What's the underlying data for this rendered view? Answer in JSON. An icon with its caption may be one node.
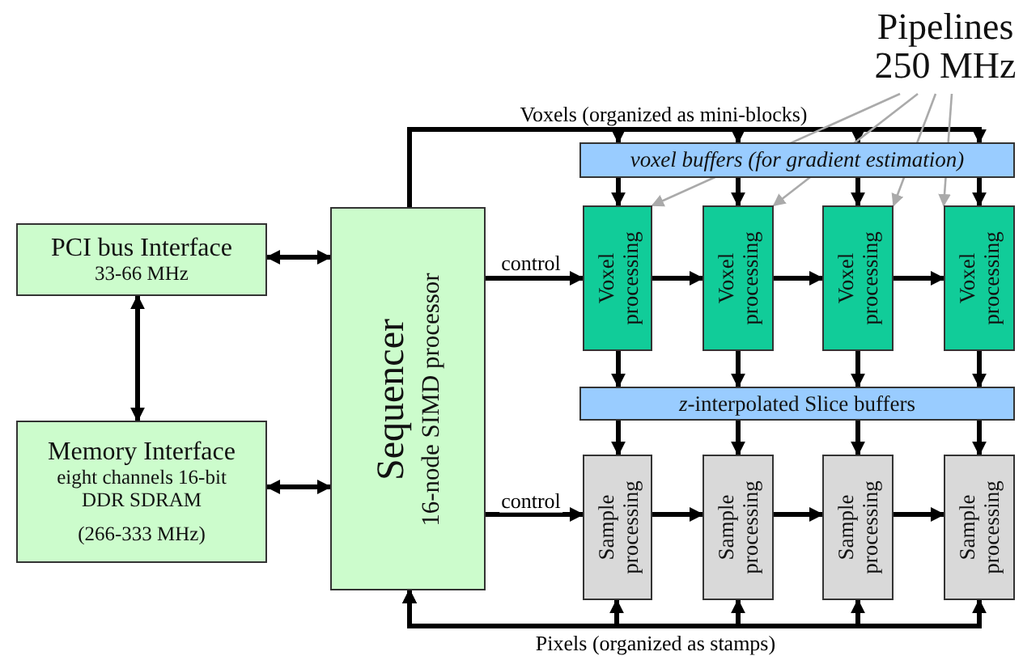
{
  "diagram": {
    "nodes": [
      {
        "text": [
          "PCI bus Interface",
          "33-66 MHz"
        ]
      },
      {
        "text": [
          "Memory Interface",
          "eight channels 16-bit DDR SDRAM",
          "(266-333 MHz)"
        ]
      },
      {
        "text": [
          "Sequencer",
          "16-node SIMD processor"
        ]
      },
      {
        "text": [
          "voxel buffers (for gradient estimation)"
        ]
      },
      {
        "text": [
          "Voxel processing"
        ]
      },
      {
        "text": [
          "Voxel processing"
        ]
      },
      {
        "text": [
          "Voxel processing"
        ]
      },
      {
        "text": [
          "Voxel processing"
        ]
      },
      {
        "text": [
          "*z*-interpolated Slice buffers"
        ]
      },
      {
        "text": [
          "Sample processing"
        ]
      },
      {
        "text": [
          "Sample processing"
        ]
      },
      {
        "text": [
          "Sample processing"
        ]
      },
      {
        "text": [
          "Sample processing"
        ]
      },
      {
        "text": [
          "Pipelines 250 MHz"
        ]
      }
    ],
    "edges": [
      {
        "from": 0,
        "to": 2,
        "arrow": "both"
      },
      {
        "from": 1,
        "to": 2,
        "arrow": "both"
      },
      {
        "from": 0,
        "to": 1,
        "arrow": "both"
      },
      {
        "from": 2,
        "to": 3,
        "arrow": "to",
        "label": "Voxels (organized as mini-blocks)"
      },
      {
        "from": 2,
        "to": 3,
        "arrow": "to"
      },
      {
        "from": 2,
        "to": 3,
        "arrow": "to"
      },
      {
        "from": 2,
        "to": 3,
        "arrow": "to"
      },
      {
        "from": 3,
        "to": 4,
        "arrow": "to"
      },
      {
        "from": 3,
        "to": 5,
        "arrow": "to"
      },
      {
        "from": 3,
        "to": 6,
        "arrow": "to"
      },
      {
        "from": 3,
        "to": 7,
        "arrow": "to"
      },
      {
        "from": 2,
        "to": 4,
        "arrow": "to",
        "label": "control"
      },
      {
        "from": 4,
        "to": 5,
        "arrow": "to"
      },
      {
        "from": 5,
        "to": 6,
        "arrow": "to"
      },
      {
        "from": 6,
        "to": 7,
        "arrow": "to"
      },
      {
        "from": 4,
        "to": 8,
        "arrow": "to"
      },
      {
        "from": 5,
        "to": 8,
        "arrow": "to"
      },
      {
        "from": 6,
        "to": 8,
        "arrow": "to"
      },
      {
        "from": 7,
        "to": 8,
        "arrow": "to"
      },
      {
        "from": 8,
        "to": 9,
        "arrow": "to"
      },
      {
        "from": 8,
        "to": 10,
        "arrow": "to"
      },
      {
        "from": 8,
        "to": 11,
        "arrow": "to"
      },
      {
        "from": 8,
        "to": 12,
        "arrow": "to"
      },
      {
        "from": 2,
        "to": 9,
        "arrow": "to",
        "label": "control"
      },
      {
        "from": 9,
        "to": 10,
        "arrow": "to"
      },
      {
        "from": 10,
        "to": 11,
        "arrow": "to"
      },
      {
        "from": 11,
        "to": 12,
        "arrow": "to"
      },
      {
        "from": 9,
        "to": 2,
        "arrow": "both",
        "label": "Pixels (organized as stamps)"
      },
      {
        "from": 10,
        "to": 2,
        "arrow": "both"
      },
      {
        "from": 11,
        "to": 2,
        "arrow": "both"
      },
      {
        "from": 12,
        "to": 2,
        "arrow": "both"
      },
      {
        "from": 13,
        "to": 4,
        "arrow": "to",
        "color": "#aaaaaa"
      },
      {
        "from": 13,
        "to": 5,
        "arrow": "to",
        "color": "#aaaaaa"
      },
      {
        "from": 13,
        "to": 6,
        "arrow": "to",
        "color": "#aaaaaa"
      },
      {
        "from": 13,
        "to": 7,
        "arrow": "to",
        "color": "#aaaaaa"
      }
    ]
  }
}
